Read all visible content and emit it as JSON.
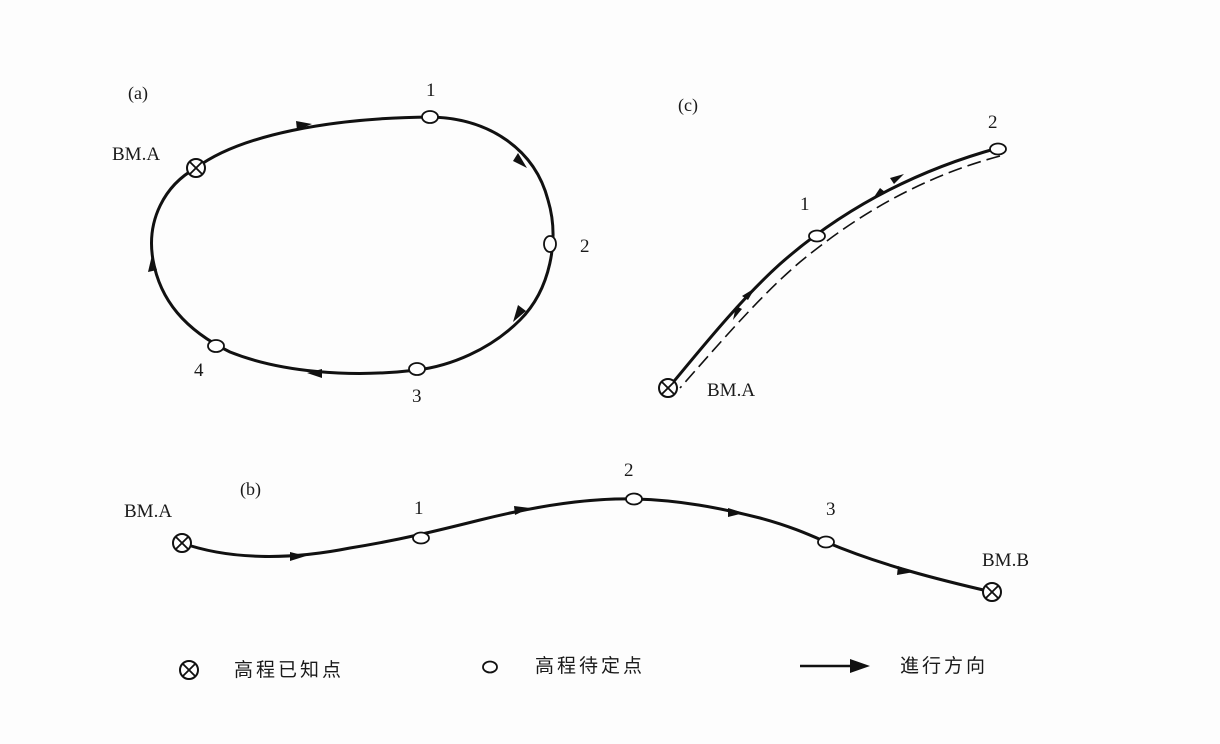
{
  "panels": {
    "a": {
      "label": "(a)",
      "known_point": "BM.A",
      "points": [
        "1",
        "2",
        "3",
        "4"
      ]
    },
    "b": {
      "label": "(b)",
      "start_point": "BM.A",
      "end_point": "BM.B",
      "points": [
        "1",
        "2",
        "3"
      ]
    },
    "c": {
      "label": "(c)",
      "known_point": "BM.A",
      "points": [
        "1",
        "2"
      ]
    }
  },
  "legend": {
    "known": "高程已知点",
    "unknown": "高程待定点",
    "direction": "進行方向"
  }
}
